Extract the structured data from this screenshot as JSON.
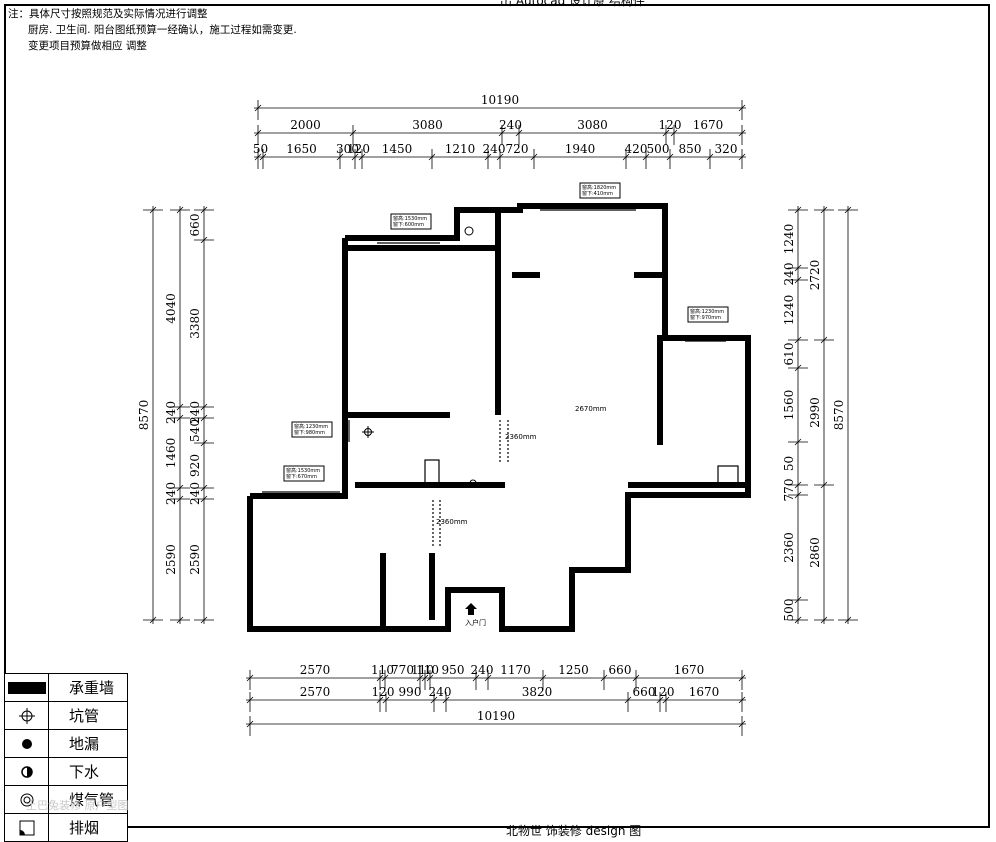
{
  "notes": {
    "line1": "注：具体尺寸按照规范及实际情况进行调整",
    "line2": "厨房. 卫生间. 阳台图纸预算一经确认，施工过程如需变更.",
    "line3": "变更项目预算做相应 调整"
  },
  "titles": {
    "top": "出 Autocad 设计原 结构件",
    "bottom": "北物世 饰装修 design 图"
  },
  "dims": {
    "top_total": "10190",
    "top_row1": [
      "2000",
      "3080",
      "240",
      "3080",
      "120",
      "1670"
    ],
    "top_row2": [
      "50",
      "1650",
      "300",
      "120",
      "1450",
      "1210",
      "240",
      "720",
      "1940",
      "420",
      "500",
      "850",
      "320"
    ],
    "bottom_row1": [
      "2570",
      "110",
      "770",
      "110",
      "110",
      "950",
      "240",
      "1170",
      "1250",
      "660",
      "1670"
    ],
    "bottom_row2": [
      "2570",
      "120",
      "990",
      "240",
      "3820",
      "660",
      "120",
      "1670"
    ],
    "bottom_total": "10190",
    "left_total": "8570",
    "left_col1": [
      "4040",
      "240",
      "1460",
      "240",
      "2590"
    ],
    "left_col2": [
      "660",
      "3380",
      "240",
      "540",
      "920",
      "240",
      "2590"
    ],
    "right_total": "8570",
    "right_col1": [
      "2720",
      "2990",
      "2860"
    ],
    "right_col2": [
      "1240",
      "240",
      "1240",
      "610",
      "1560",
      "50",
      "770",
      "2360",
      "500"
    ]
  },
  "windows": [
    {
      "line1": "窗高:1530mm",
      "line2": "窗下:600mm"
    },
    {
      "line1": "窗高:1820mm",
      "line2": "窗下:410mm"
    },
    {
      "line1": "窗高:1230mm",
      "line2": "窗下:970mm"
    },
    {
      "line1": "窗高:1230mm",
      "line2": "窗下:980mm"
    },
    {
      "line1": "窗高:1530mm",
      "line2": "窗下:670mm"
    }
  ],
  "interior": {
    "height1": "2670mm",
    "height2": "2360mm",
    "height3": "2360mm",
    "entrance": "入户门"
  },
  "legend": [
    {
      "icon": "bearing-wall-icon",
      "label": "承重墙"
    },
    {
      "icon": "pit-pipe-icon",
      "label": "坑管"
    },
    {
      "icon": "floor-drain-icon",
      "label": "地漏"
    },
    {
      "icon": "drain-icon",
      "label": "下水"
    },
    {
      "icon": "gas-pipe-icon",
      "label": "煤气管"
    },
    {
      "icon": "exhaust-icon",
      "label": "排烟"
    }
  ],
  "watermark": "土巴兔装修 原户型图"
}
